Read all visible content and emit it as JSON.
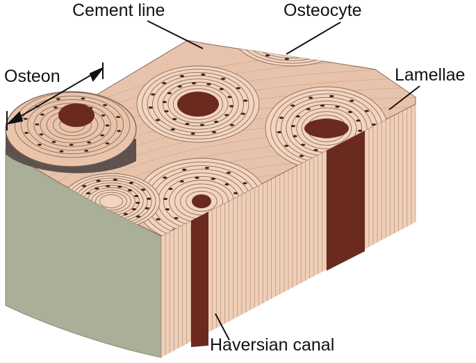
{
  "labels": {
    "cement_line": "Cement line",
    "osteocyte": "Osteocyte",
    "osteon": "Osteon",
    "lamellae": "Lamellae",
    "haversian_canal": "Haversian canal"
  },
  "colors": {
    "lamella_light": "#f2d4bf",
    "lamella_line": "#8a6a5a",
    "canal": "#6b2a20",
    "osteocyte": "#3a2520",
    "front_face": "#a9af98",
    "cut_top": "#7a6a66",
    "cut_side": "#5e524f",
    "interstitial": "#e7c3ab",
    "leader": "#111111"
  }
}
